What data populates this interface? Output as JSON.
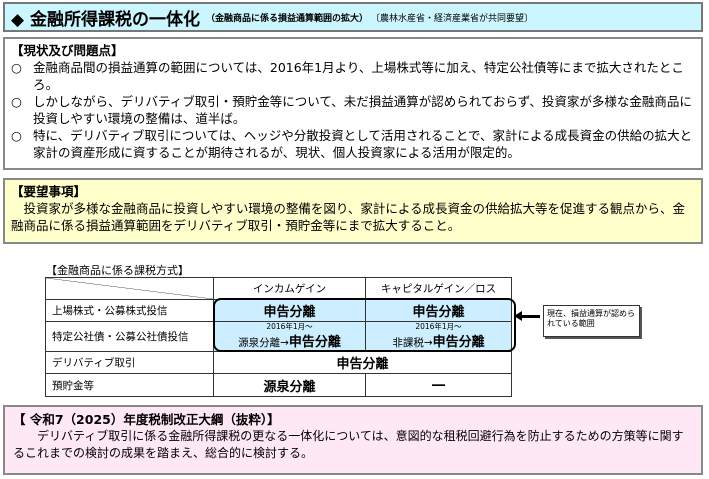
{
  "title": {
    "main": "◆ 金融所得課税の一体化",
    "sub": "（金融商品に係る損益通算範囲の拡大）",
    "requesters": "〔農林水産省・経済産業省が共同要望〕"
  },
  "status": {
    "heading": "【現状及び問題点】",
    "marker": "○",
    "items": [
      "金融商品間の損益通算の範囲については、2016年1月より、上場株式等に加え、特定公社債等にまで拡大されたところ。",
      "しかしながら、デリバティブ取引・預貯金等について、未だ損益通算が認められておらず、投資家が多様な金融商品に投資しやすい環境の整備は、道半ば。",
      "特に、デリバティブ取引については、ヘッジや分散投資として活用されることで、家計による成長資金の供給の拡大と家計の資産形成に資することが期待されるが、現状、個人投資家による活用が限定的。"
    ]
  },
  "request": {
    "heading": "【要望事項】",
    "text": "投資家が多様な金融商品に投資しやすい環境の整備を図り、家計による成長資金の供給拡大等を促進する観点から、金融商品に係る損益通算範囲をデリバティブ取引・預貯金等にまで拡大すること。"
  },
  "table": {
    "label": "【金融商品に係る課税方式】",
    "headers": [
      "インカムゲイン",
      "キャピタルゲイン／ロス"
    ],
    "rows": [
      {
        "name": "上場株式・公募株式投信",
        "income": "申告分離",
        "capital": "申告分離"
      },
      {
        "name": "特定公社債・公募公社債投信",
        "income_note": "2016年1月～",
        "income_from": "源泉分離→",
        "income": "申告分離",
        "capital_note": "2016年1月～",
        "capital_from": "非課税→",
        "capital": "申告分離"
      },
      {
        "name": "デリバティブ取引",
        "merged": "申告分離"
      },
      {
        "name": "預貯金等",
        "income": "源泉分離",
        "capital": "―"
      }
    ]
  },
  "callout": "現在、損益通算が認められている範囲",
  "reform": {
    "heading": "【 令和7（2025）年度税制改正大綱（抜粋）】",
    "text": "デリバティブ取引に係る金融所得課税の更なる一体化については、意図的な租税回避行為を防止するための方策等に関するこれまでの検討の成果を踏まえ、総合的に検討する。"
  }
}
